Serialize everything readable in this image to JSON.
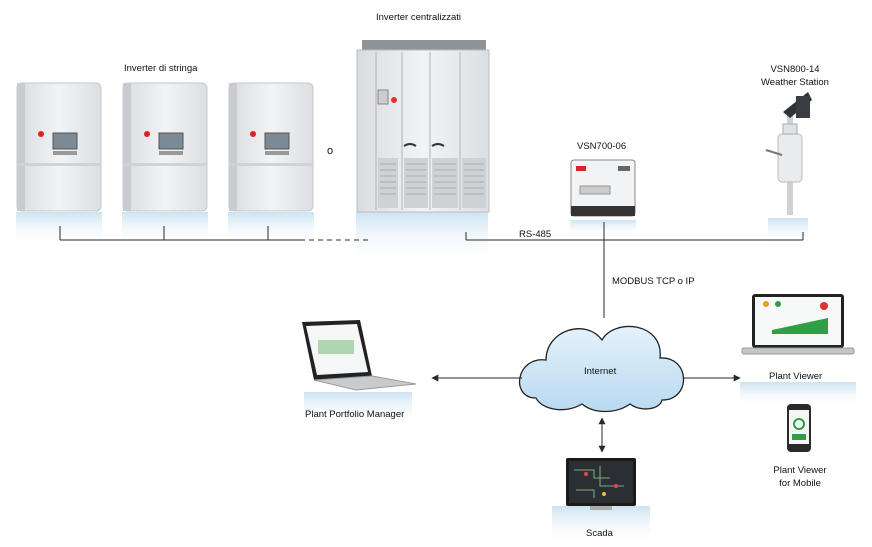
{
  "labels": {
    "inverter_centralizzati": "Inverter centralizzati",
    "inverter_stringa": "Inverter di stringa",
    "or_symbol": "o",
    "weather_line1": "VSN800-14",
    "weather_line2": "Weather Station",
    "datalogger": "VSN700-06",
    "rs485": "RS-485",
    "modbus": "MODBUS TCP o IP",
    "internet": "Internet",
    "plant_viewer": "Plant Viewer",
    "plant_portfolio": "Plant Portfolio Manager",
    "mobile_line1": "Plant Viewer",
    "mobile_line2": "for Mobile",
    "scada": "Scada"
  },
  "colors": {
    "line": "#2a2a2a",
    "cloud_fill": "#cfe6f7",
    "cloud_stroke": "#222222",
    "reflection": "#cfe5f2",
    "inverter_body": "#e6e8ea",
    "cabinet_body": "#e9ebed",
    "screen_green": "#2f9e45"
  },
  "icons": {
    "string_inverter": "string-inverter-icon",
    "central_inverter": "central-inverter-cabinet-icon",
    "weather_station": "weather-station-icon",
    "datalogger": "datalogger-icon",
    "laptop": "laptop-icon",
    "monitor": "monitor-icon",
    "phone": "phone-icon",
    "cloud": "cloud-icon"
  }
}
